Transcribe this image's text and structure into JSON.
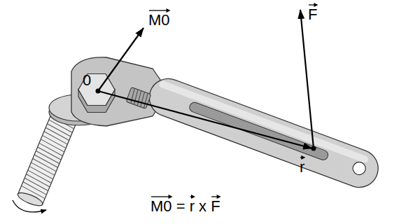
{
  "diagram": {
    "labels": [
      "M0",
      "F",
      "0",
      "r",
      "M0 = r x F"
    ]
  }
}
